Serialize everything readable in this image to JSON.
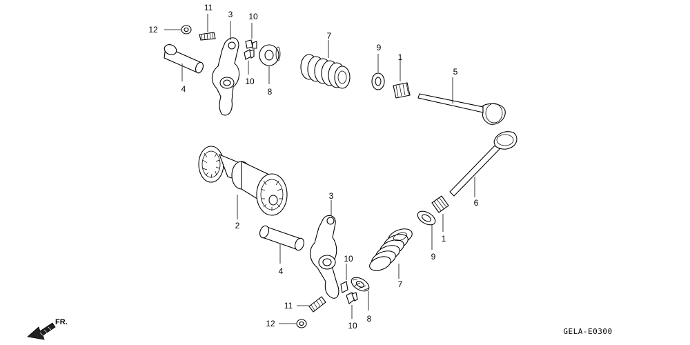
{
  "diagram": {
    "callouts": {
      "n1a": "1",
      "n1b": "1",
      "n2": "2",
      "n3a": "3",
      "n3b": "3",
      "n4a": "4",
      "n4b": "4",
      "n5": "5",
      "n6": "6",
      "n7a": "7",
      "n7b": "7",
      "n8a": "8",
      "n8b": "8",
      "n9a": "9",
      "n9b": "9",
      "n10a": "10",
      "n10b": "10",
      "n10c": "10",
      "n10d": "10",
      "n11a": "11",
      "n11b": "11",
      "n12a": "12",
      "n12b": "12"
    },
    "direction_label": "FR.",
    "figure_code": "GELA-E0300"
  }
}
